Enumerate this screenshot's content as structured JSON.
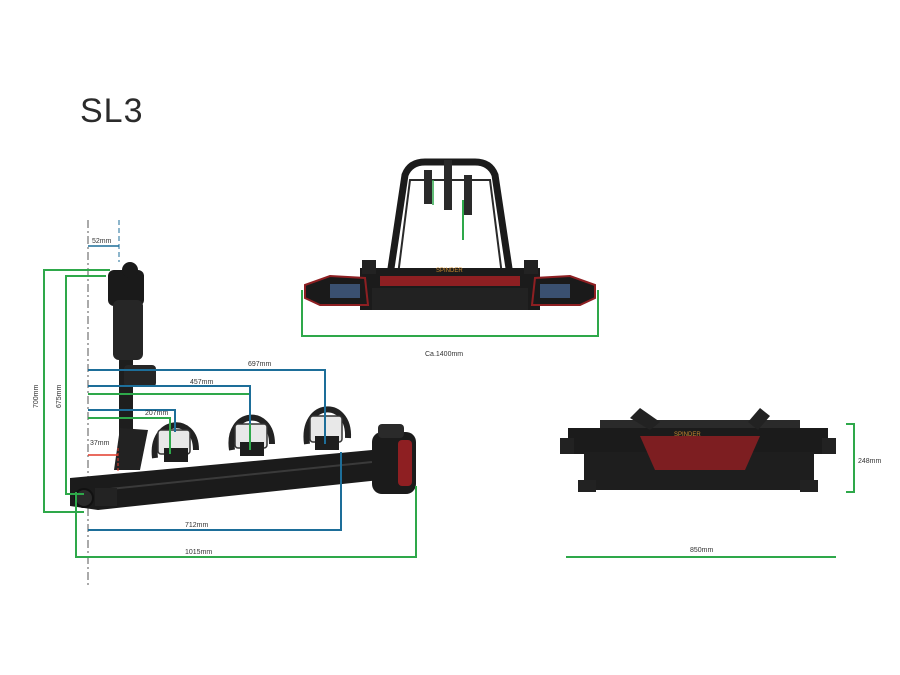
{
  "title": "SL3",
  "colors": {
    "green": "#2ea84a",
    "blue": "#1d6e99",
    "red": "#e23a2a",
    "body": "#1b1b1b",
    "accent_red": "#8e1f22"
  },
  "side_view": {
    "dimensions": {
      "top_offset": "52mm",
      "overall_height": "700mm",
      "arm_height": "675mm",
      "wheel3": "697mm",
      "wheel2": "457mm",
      "wheel1": "207mm",
      "front_offset": "37mm",
      "tray_length": "712mm",
      "overall_length": "1015mm"
    }
  },
  "rear_view": {
    "brand": "SPINDER",
    "dimensions": {
      "width": "Ca.1400mm"
    }
  },
  "folded_view": {
    "brand": "SPINDER",
    "dimensions": {
      "height": "248mm",
      "length": "850mm"
    }
  }
}
